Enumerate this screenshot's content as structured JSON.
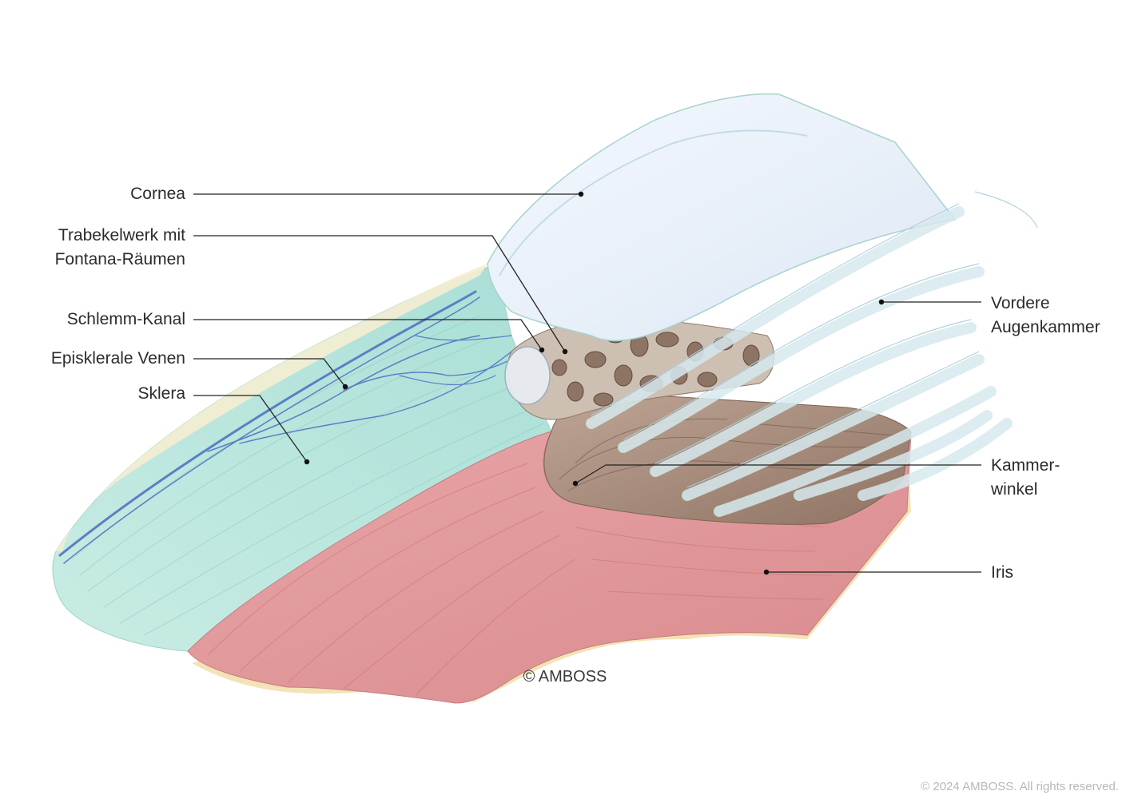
{
  "labels": {
    "cornea": "Cornea",
    "trabekelwerk_line1": "Trabekelwerk mit",
    "trabekelwerk_line2": "Fontana-Räumen",
    "schlemm": "Schlemm-Kanal",
    "episklerale": "Episklerale Venen",
    "sklera": "Sklera",
    "vordere_line1": "Vordere",
    "vordere_line2": "Augenkammer",
    "kammer_line1": "Kammer-",
    "kammer_line2": "winkel",
    "iris": "Iris"
  },
  "copyright": "© AMBOSS",
  "rights": "© 2024 AMBOSS. All rights reserved.",
  "colors": {
    "sclera": "#bfe6de",
    "cornea": "#e8f0fa",
    "iris": "#e29a9c",
    "angle": "#a98d7c",
    "vein": "#5b7fc4",
    "leader": "#222222"
  }
}
